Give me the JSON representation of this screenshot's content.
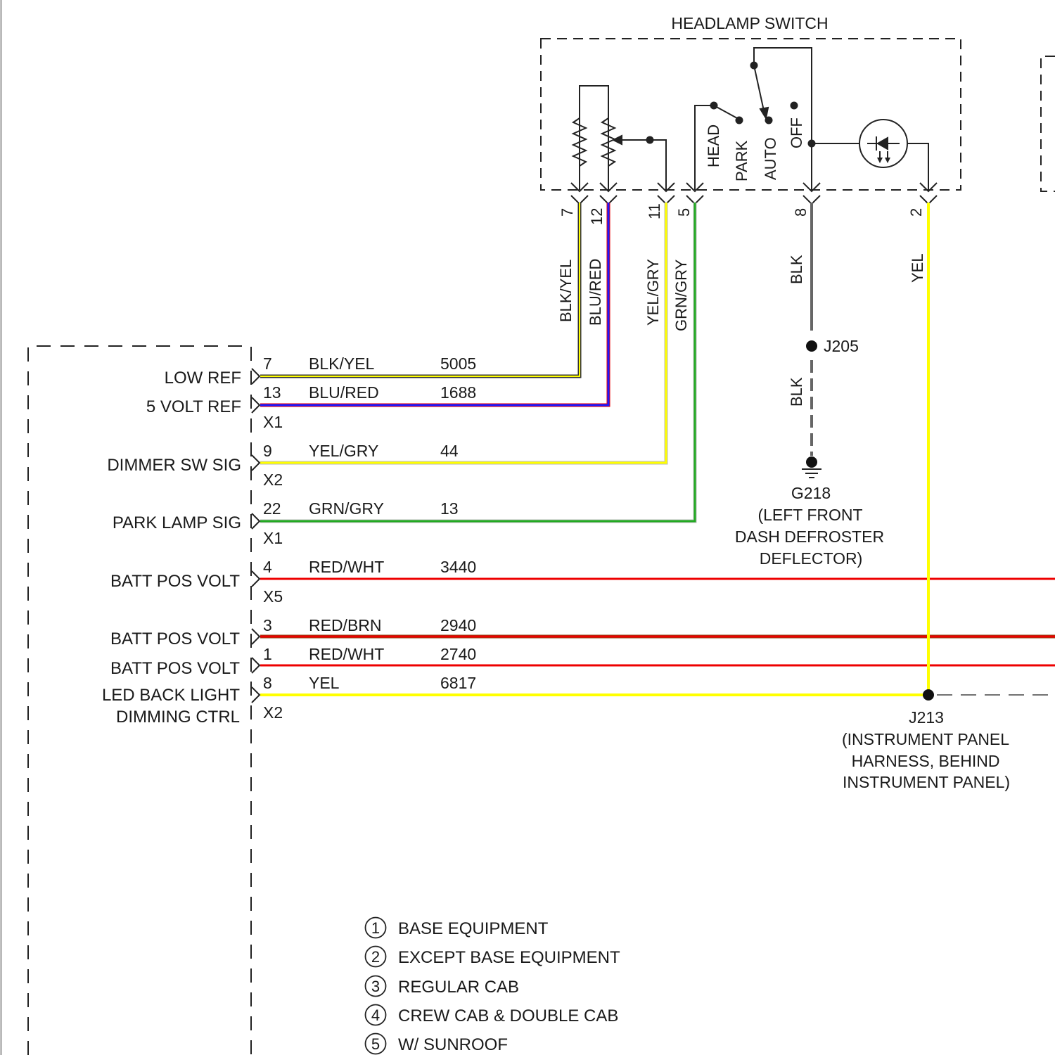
{
  "colors": {
    "BLK/YEL": {
      "main": "#ffff00",
      "stripe": "#333333"
    },
    "BLU/RED": {
      "main": "#1a1aff",
      "stripe": "#ee0000"
    },
    "YEL/GRY": {
      "main": "#ffff00",
      "stripe": "#999999"
    },
    "GRN/GRY": {
      "main": "#22aa22",
      "stripe": "#999999"
    },
    "RED/WHT": {
      "main": "#ee0000",
      "stripe": "#ffffff"
    },
    "RED/BRN": {
      "main": "#ee0000",
      "stripe": "#8b4513"
    },
    "YEL": {
      "main": "#ffff00"
    },
    "BLK": {
      "main": "#555555"
    }
  },
  "switch": {
    "title": "HEADLAMP SWITCH",
    "positions": [
      "HEAD",
      "PARK",
      "AUTO",
      "OFF"
    ],
    "pins": [
      {
        "pin": "7",
        "wire": "BLK/YEL"
      },
      {
        "pin": "12",
        "wire": "BLU/RED"
      },
      {
        "pin": "11",
        "wire": "YEL/GRY"
      },
      {
        "pin": "5",
        "wire": "GRN/GRY"
      },
      {
        "pin": "8",
        "wire": "BLK"
      },
      {
        "pin": "2",
        "wire": "YEL"
      }
    ]
  },
  "module_circuits": [
    {
      "label": "LOW REF",
      "pin": "7",
      "wire": "BLK/YEL",
      "circuit": "5005"
    },
    {
      "label": "5 VOLT REF",
      "pin": "13",
      "wire": "BLU/RED",
      "circuit": "1688",
      "connector": "X1"
    },
    {
      "label": "DIMMER SW SIG",
      "pin": "9",
      "wire": "YEL/GRY",
      "circuit": "44",
      "connector": "X2"
    },
    {
      "label": "PARK LAMP SIG",
      "pin": "22",
      "wire": "GRN/GRY",
      "circuit": "13",
      "connector": "X1"
    },
    {
      "label": "BATT POS VOLT",
      "pin": "4",
      "wire": "RED/WHT",
      "circuit": "3440",
      "connector": "X5"
    },
    {
      "label": "BATT POS VOLT",
      "pin": "3",
      "wire": "RED/BRN",
      "circuit": "2940"
    },
    {
      "label": "BATT POS VOLT",
      "pin": "1",
      "wire": "RED/WHT",
      "circuit": "2740"
    },
    {
      "label_lines": [
        "LED BACK LIGHT",
        "DIMMING CTRL"
      ],
      "pin": "8",
      "wire": "YEL",
      "circuit": "6817",
      "connector": "X2"
    }
  ],
  "splice_j205": {
    "name": "J205",
    "wire_below": "BLK"
  },
  "ground": {
    "name": "G218",
    "location_lines": [
      "(LEFT FRONT",
      "DASH DEFROSTER",
      "DEFLECTOR)"
    ]
  },
  "splice_j213": {
    "name": "J213",
    "location_lines": [
      "(INSTRUMENT PANEL",
      "HARNESS, BEHIND",
      "INSTRUMENT PANEL)"
    ]
  },
  "legend": [
    {
      "num": "1",
      "text": "BASE EQUIPMENT"
    },
    {
      "num": "2",
      "text": "EXCEPT BASE EQUIPMENT"
    },
    {
      "num": "3",
      "text": "REGULAR CAB"
    },
    {
      "num": "4",
      "text": "CREW CAB & DOUBLE CAB"
    },
    {
      "num": "5",
      "text": "W/ SUNROOF"
    }
  ]
}
